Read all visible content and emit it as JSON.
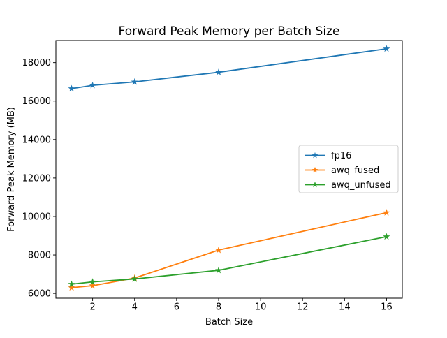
{
  "window": {
    "background": "#ffffff"
  },
  "chart_data": {
    "type": "line",
    "title": "Forward Peak Memory per Batch Size",
    "xlabel": "Batch Size",
    "ylabel": "Forward Peak Memory (MB)",
    "x": [
      1,
      2,
      4,
      8,
      16
    ],
    "series": [
      {
        "name": "fp16",
        "color": "#1f77b4",
        "values": [
          16650,
          16820,
          17000,
          17500,
          18720
        ]
      },
      {
        "name": "awq_fused",
        "color": "#ff7f0e",
        "values": [
          6300,
          6400,
          6800,
          8250,
          10200
        ]
      },
      {
        "name": "awq_unfused",
        "color": "#2ca02c",
        "values": [
          6480,
          6600,
          6750,
          7200,
          8950
        ]
      }
    ],
    "marker": "star",
    "xticks": [
      2,
      4,
      6,
      8,
      10,
      12,
      14,
      16
    ],
    "yticks": [
      6000,
      8000,
      10000,
      12000,
      14000,
      16000,
      18000
    ],
    "xlim": [
      0.25,
      16.75
    ],
    "ylim": [
      5750,
      19150
    ],
    "grid": false,
    "legend": {
      "position": "center-right",
      "entries": [
        "fp16",
        "awq_fused",
        "awq_unfused"
      ],
      "border_color": "#cccccc",
      "background": "#ffffff"
    },
    "axis_color": "#000000"
  }
}
